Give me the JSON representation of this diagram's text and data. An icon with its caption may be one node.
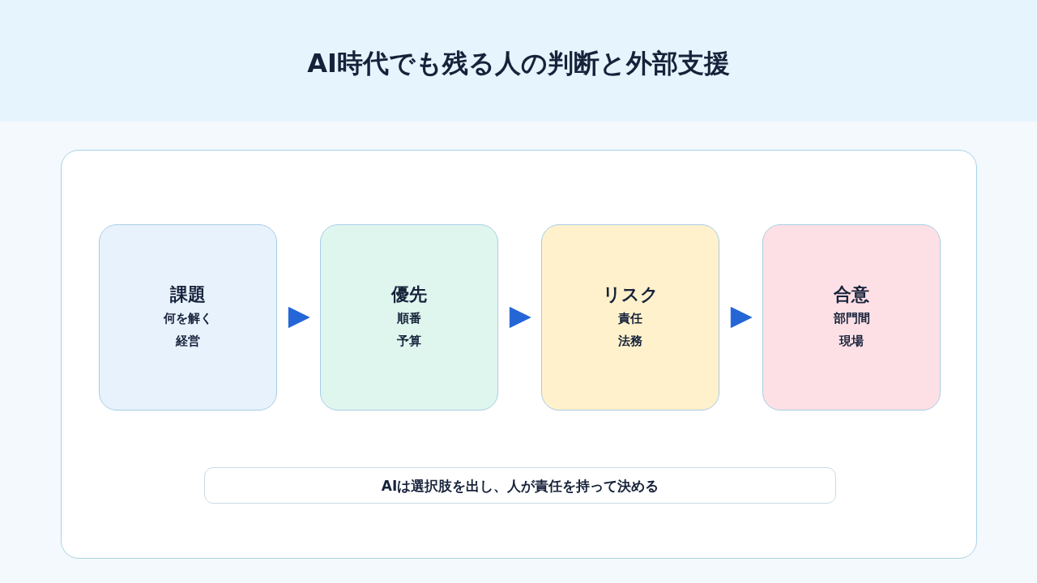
{
  "diagram": {
    "title": "AI時代でも残る人の判断と外部支援",
    "nodes": [
      {
        "text": [],
        "shape": "box"
      },
      {
        "text": [
          "課題",
          "何を解く",
          "経営"
        ],
        "in": 0
      },
      {
        "text": [
          "優先",
          "順番",
          "予算"
        ],
        "in": 0
      },
      {
        "text": [
          "リスク",
          "責任",
          "法務"
        ],
        "in": 0
      },
      {
        "text": [
          "合意",
          "部門間",
          "現場"
        ],
        "in": 0
      },
      {
        "text": [
          "AIは選択肢を出し、人が責任を持って決める"
        ],
        "in": 0
      }
    ],
    "edges": [
      {
        "from": 1,
        "to": 2,
        "arrow": "to"
      },
      {
        "from": 2,
        "to": 3,
        "arrow": "to"
      },
      {
        "from": 3,
        "to": 4,
        "arrow": "to"
      }
    ]
  }
}
